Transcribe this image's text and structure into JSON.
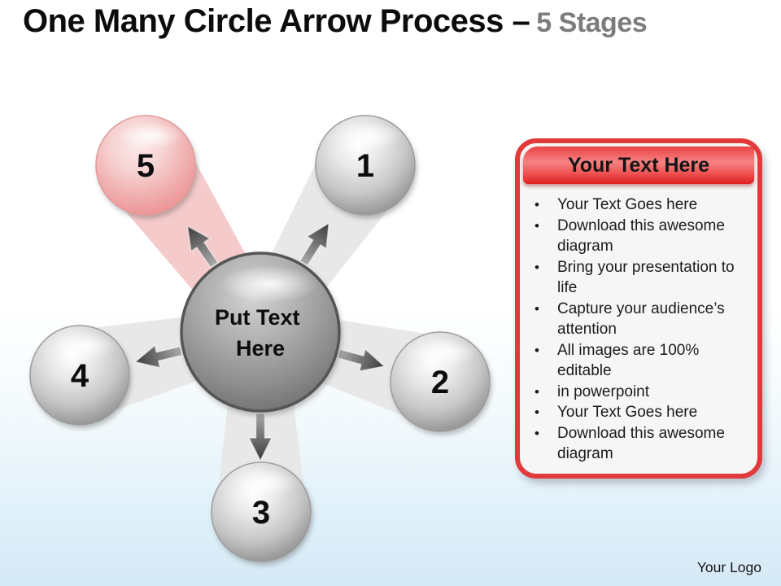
{
  "title": {
    "main": "One Many Circle Arrow Process –",
    "suffix": "5 Stages"
  },
  "diagram": {
    "center": {
      "line1": "Put Text",
      "line2": "Here"
    },
    "stages": [
      {
        "label": "1"
      },
      {
        "label": "2"
      },
      {
        "label": "3"
      },
      {
        "label": "4"
      },
      {
        "label": "5"
      }
    ],
    "highlighted_stage": "5",
    "colors": {
      "gray_sphere": "#9a9a9a",
      "pink_sphere": "#ec9494",
      "gray_beam": "#e8e8e8",
      "pink_beam": "#f5caca",
      "arrow_dark": "#3c3c3c"
    }
  },
  "panel": {
    "header": "Your Text Here",
    "accent_color": "#e23a3a",
    "bullet_char": "•",
    "bullets": [
      "Your Text Goes here",
      "Download this awesome diagram",
      "Bring your presentation to life",
      "Capture your audience’s attention",
      "All images are 100% editable",
      "in powerpoint",
      "Your Text Goes here",
      "Download this awesome diagram"
    ]
  },
  "footer": {
    "logo_text": "Your Logo"
  }
}
